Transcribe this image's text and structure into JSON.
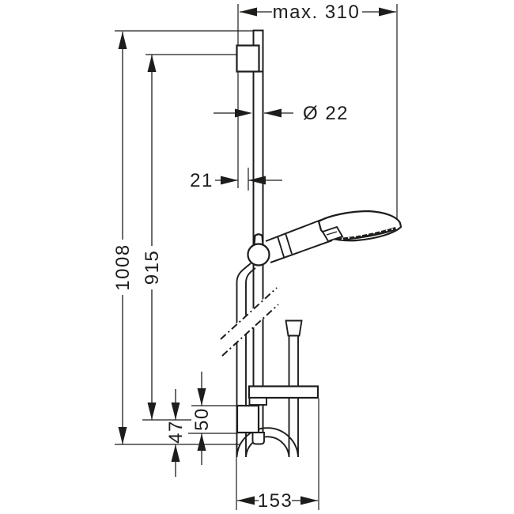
{
  "drawing": {
    "kind": "shower-rail-set-dimension-drawing",
    "line_color": "#1d1d1b",
    "background_color": "#ffffff",
    "labels": {
      "max_width": "max. 310",
      "rail_diameter": "Ø 22",
      "wall_distance": "21",
      "overall_height": "1008",
      "bar_length": "915",
      "lower_overhang": "47",
      "bracket_height": "50",
      "base_depth": "153"
    }
  }
}
